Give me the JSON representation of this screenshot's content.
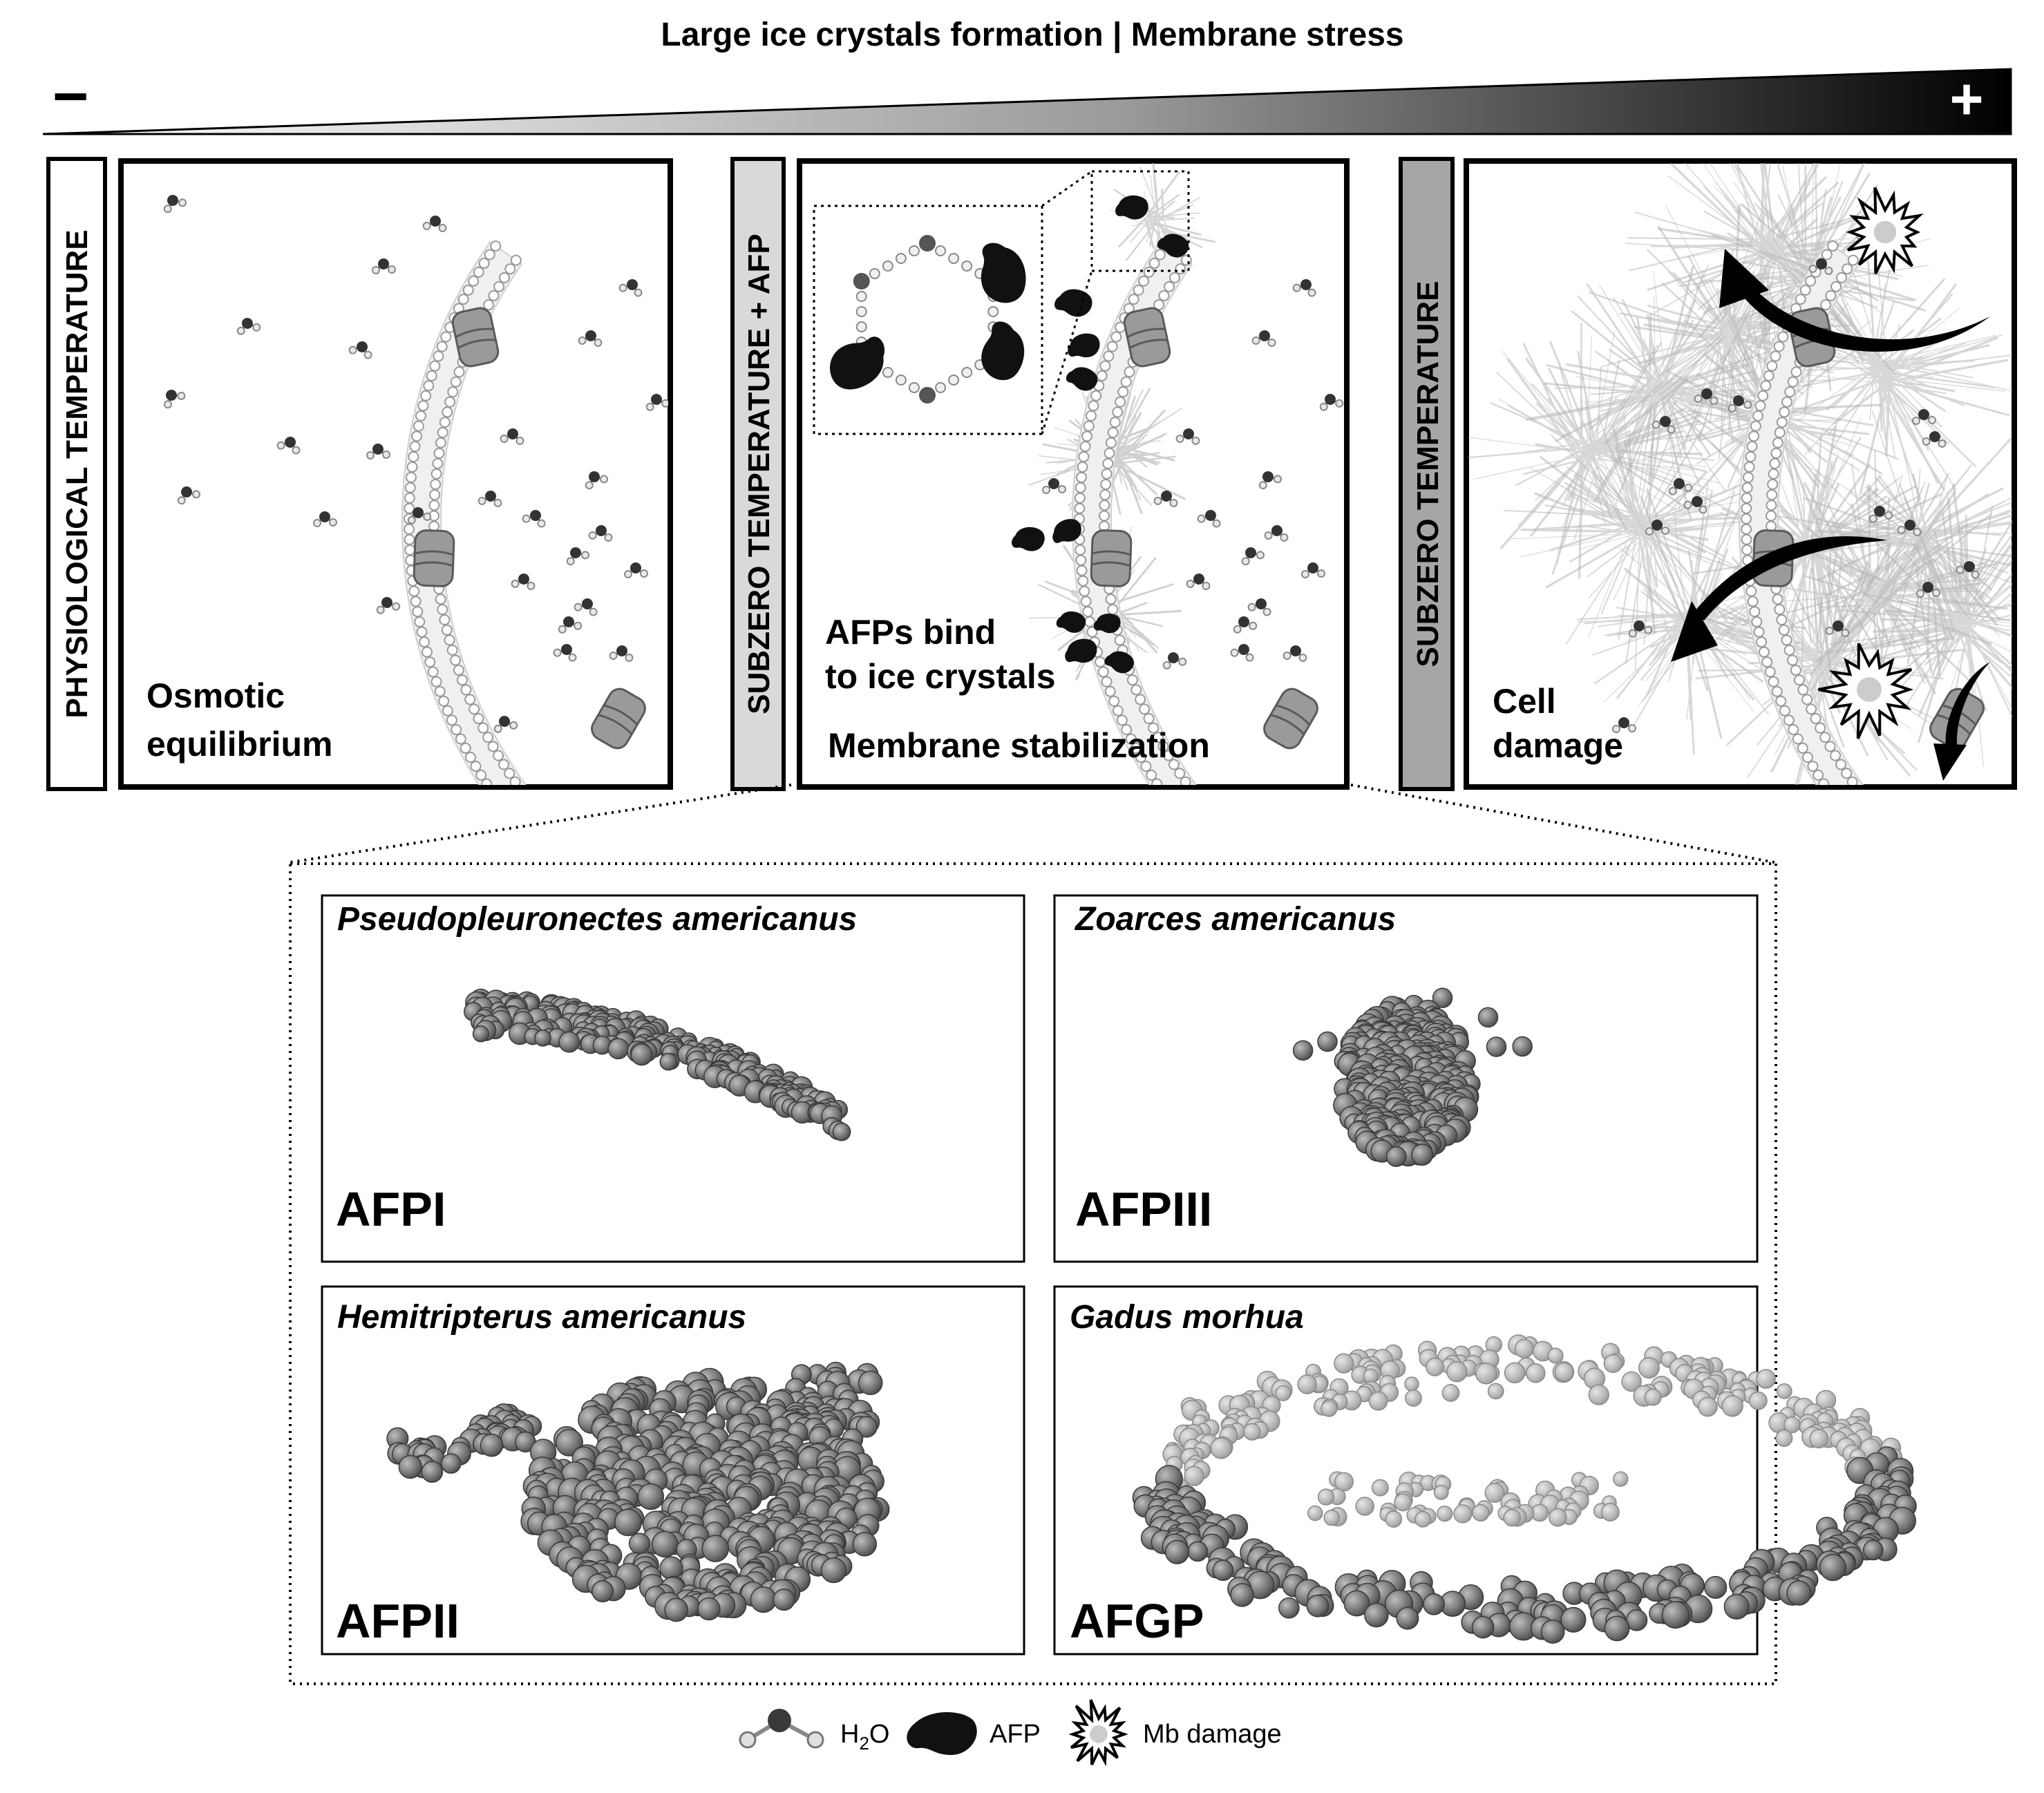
{
  "header": {
    "title": "Large ice crystals formation | Membrane stress",
    "minus": "−",
    "plus": "+"
  },
  "panels": [
    {
      "side_label": "PHYSIOLOGICAL TEMPERATURE",
      "caption_lines": [
        "Osmotic",
        "equilibrium"
      ]
    },
    {
      "side_label": "SUBZERO TEMPERATURE + AFP",
      "caption_lines": [
        "AFPs bind",
        "to ice crystals"
      ],
      "caption2": "Membrane stabilization"
    },
    {
      "side_label": "SUBZERO TEMPERATURE",
      "caption_lines": [
        "Cell",
        "damage"
      ]
    }
  ],
  "afp_types": [
    {
      "species": "Pseudopleuronectes americanus",
      "type": "AFPI"
    },
    {
      "species": "Zoarces americanus",
      "type": "AFPIII"
    },
    {
      "species": "Hemitripterus americanus",
      "type": "AFPII"
    },
    {
      "species": "Gadus morhua",
      "type": "AFGP"
    }
  ],
  "legend": {
    "h2o_main": "H",
    "h2o_sub": "2",
    "h2o_tail": "O",
    "afp": "AFP",
    "mb": "Mb damage"
  },
  "colors": {
    "frame": "#000000",
    "label_box_1": "#ffffff",
    "label_box_2": "#d9d9d9",
    "label_box_3": "#a6a6a6",
    "membrane": "#bfbfbf",
    "protein": "#707070",
    "afp": "#111111"
  }
}
